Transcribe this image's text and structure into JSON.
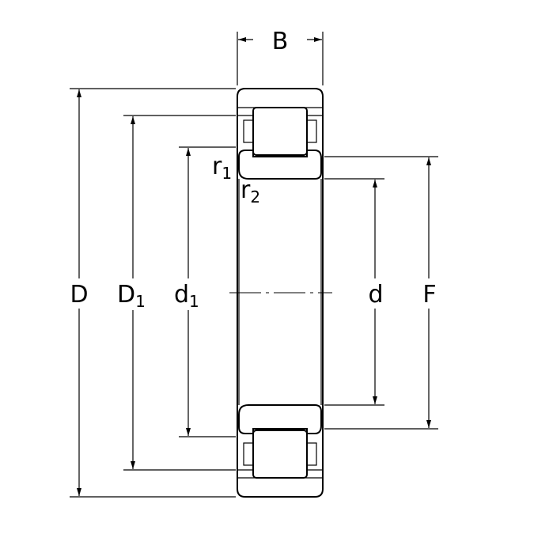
{
  "labels": {
    "B": "B",
    "D": "D",
    "D1_main": "D",
    "D1_sub": "1",
    "d1_main": "d",
    "d1_sub": "1",
    "d": "d",
    "F": "F",
    "r1_main": "r",
    "r1_sub": "1",
    "r2_main": "r",
    "r2_sub": "2"
  }
}
